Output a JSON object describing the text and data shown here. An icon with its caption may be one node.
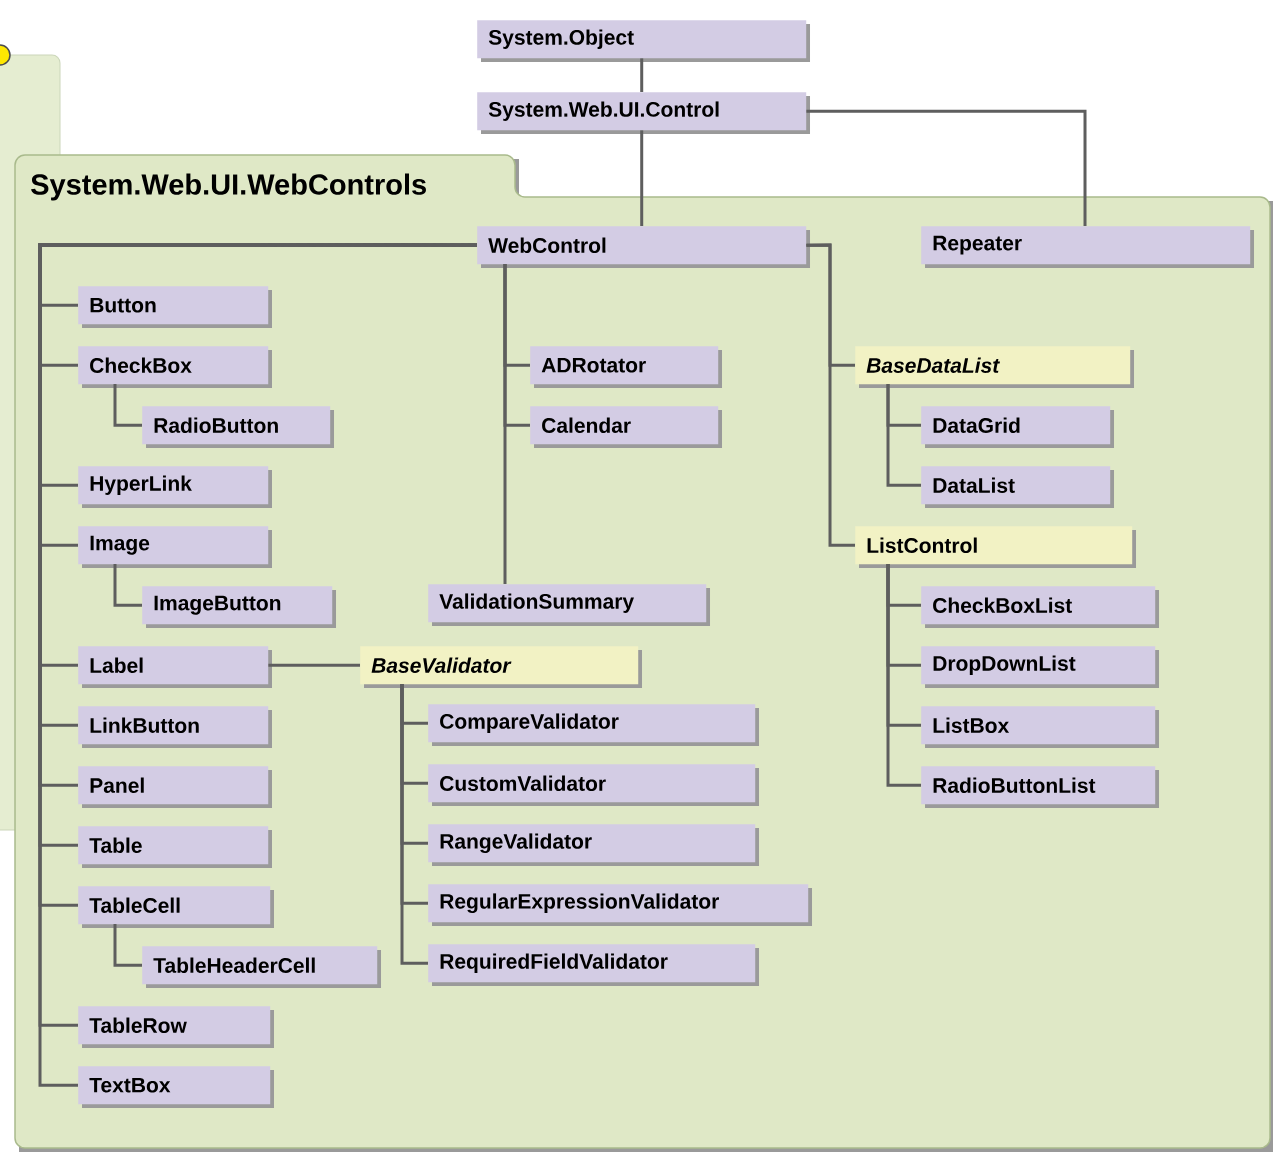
{
  "diagram": {
    "nodes": [
      {
        "text": [
          "System.Object"
        ]
      },
      {
        "text": [
          "System.Web.UI.Control"
        ]
      },
      {
        "text": [
          "System.Web.UI.WebControls"
        ]
      },
      {
        "text": [
          "WebControl"
        ],
        "in": 2
      },
      {
        "text": [
          "Repeater"
        ],
        "in": 2
      },
      {
        "text": [
          "Button"
        ],
        "in": 2
      },
      {
        "text": [
          "CheckBox"
        ],
        "in": 2
      },
      {
        "text": [
          "RadioButton"
        ],
        "in": 2
      },
      {
        "text": [
          "HyperLink"
        ],
        "in": 2
      },
      {
        "text": [
          "Image"
        ],
        "in": 2
      },
      {
        "text": [
          "ImageButton"
        ],
        "in": 2
      },
      {
        "text": [
          "Label"
        ],
        "in": 2
      },
      {
        "text": [
          "LinkButton"
        ],
        "in": 2
      },
      {
        "text": [
          "Panel"
        ],
        "in": 2
      },
      {
        "text": [
          "Table"
        ],
        "in": 2
      },
      {
        "text": [
          "TableCell"
        ],
        "in": 2
      },
      {
        "text": [
          "TableHeaderCell"
        ],
        "in": 2
      },
      {
        "text": [
          "TableRow"
        ],
        "in": 2
      },
      {
        "text": [
          "TextBox"
        ],
        "in": 2
      },
      {
        "text": [
          "ADRotator"
        ],
        "in": 2
      },
      {
        "text": [
          "Calendar"
        ],
        "in": 2
      },
      {
        "text": [
          "ValidationSummary"
        ],
        "in": 2
      },
      {
        "text": [
          "BaseValidator"
        ],
        "in": 2
      },
      {
        "text": [
          "CompareValidator"
        ],
        "in": 2
      },
      {
        "text": [
          "CustomValidator"
        ],
        "in": 2
      },
      {
        "text": [
          "RangeValidator"
        ],
        "in": 2
      },
      {
        "text": [
          "RegularExpressionValidator"
        ],
        "in": 2
      },
      {
        "text": [
          "RequiredFieldValidator"
        ],
        "in": 2
      },
      {
        "text": [
          "BaseDataList"
        ],
        "in": 2
      },
      {
        "text": [
          "DataGrid"
        ],
        "in": 2
      },
      {
        "text": [
          "DataList"
        ],
        "in": 2
      },
      {
        "text": [
          "ListControl"
        ],
        "in": 2
      },
      {
        "text": [
          "CheckBoxList"
        ],
        "in": 2
      },
      {
        "text": [
          "DropDownList"
        ],
        "in": 2
      },
      {
        "text": [
          "ListBox"
        ],
        "in": 2
      },
      {
        "text": [
          "RadioButtonList"
        ],
        "in": 2
      }
    ],
    "edges": [
      {
        "from": 0,
        "to": 1,
        "arrow": "none"
      },
      {
        "from": 1,
        "to": 3,
        "arrow": "none"
      },
      {
        "from": 1,
        "to": 4,
        "arrow": "none"
      },
      {
        "from": 3,
        "to": 5,
        "arrow": "none"
      },
      {
        "from": 3,
        "to": 6,
        "arrow": "none"
      },
      {
        "from": 6,
        "to": 7,
        "arrow": "none"
      },
      {
        "from": 3,
        "to": 8,
        "arrow": "none"
      },
      {
        "from": 3,
        "to": 9,
        "arrow": "none"
      },
      {
        "from": 9,
        "to": 10,
        "arrow": "none"
      },
      {
        "from": 3,
        "to": 11,
        "arrow": "none"
      },
      {
        "from": 3,
        "to": 12,
        "arrow": "none"
      },
      {
        "from": 3,
        "to": 13,
        "arrow": "none"
      },
      {
        "from": 3,
        "to": 14,
        "arrow": "none"
      },
      {
        "from": 3,
        "to": 15,
        "arrow": "none"
      },
      {
        "from": 15,
        "to": 16,
        "arrow": "none"
      },
      {
        "from": 3,
        "to": 17,
        "arrow": "none"
      },
      {
        "from": 3,
        "to": 18,
        "arrow": "none"
      },
      {
        "from": 3,
        "to": 19,
        "arrow": "none"
      },
      {
        "from": 3,
        "to": 20,
        "arrow": "none"
      },
      {
        "from": 3,
        "to": 21,
        "arrow": "none"
      },
      {
        "from": 11,
        "to": 22,
        "arrow": "none"
      },
      {
        "from": 22,
        "to": 23,
        "arrow": "none"
      },
      {
        "from": 22,
        "to": 24,
        "arrow": "none"
      },
      {
        "from": 22,
        "to": 25,
        "arrow": "none"
      },
      {
        "from": 22,
        "to": 26,
        "arrow": "none"
      },
      {
        "from": 22,
        "to": 27,
        "arrow": "none"
      },
      {
        "from": 3,
        "to": 28,
        "arrow": "none"
      },
      {
        "from": 28,
        "to": 29,
        "arrow": "none"
      },
      {
        "from": 28,
        "to": 30,
        "arrow": "none"
      },
      {
        "from": 3,
        "to": 31,
        "arrow": "none"
      },
      {
        "from": 31,
        "to": 32,
        "arrow": "none"
      },
      {
        "from": 31,
        "to": 33,
        "arrow": "none"
      },
      {
        "from": 31,
        "to": 34,
        "arrow": "none"
      },
      {
        "from": 31,
        "to": 35,
        "arrow": "none"
      }
    ]
  }
}
